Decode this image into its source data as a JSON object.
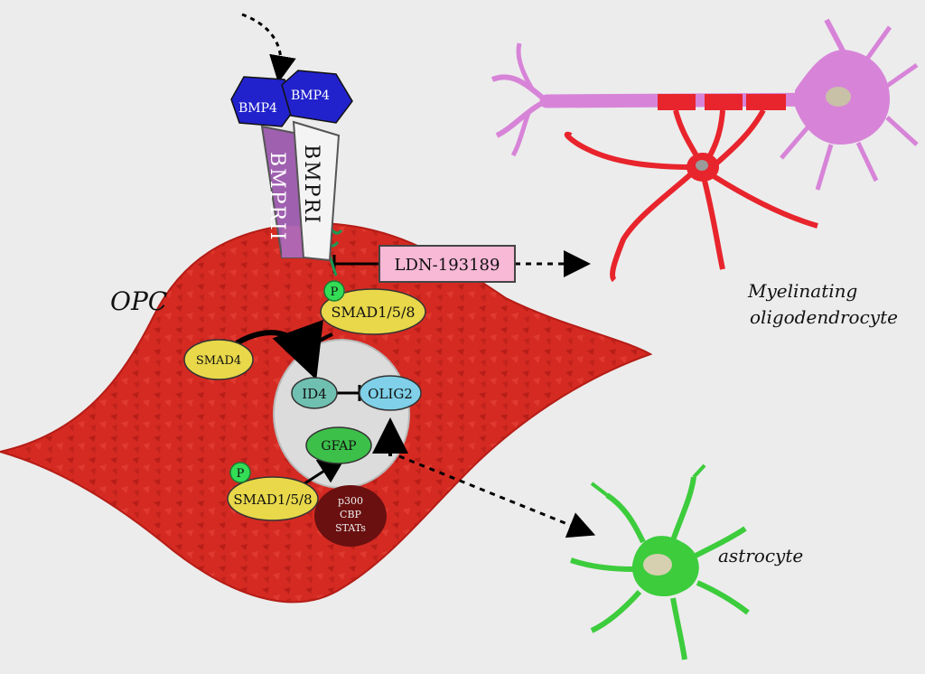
{
  "labels": {
    "cell": "OPC",
    "bmp4_left": "BMP4",
    "bmp4_right": "BMP4",
    "receptor_2": "BMPRII",
    "receptor_1": "BMPRI",
    "inhibitor": "LDN-193189",
    "phospho_top": "P",
    "smad_top": "SMAD1/5/8",
    "smad4": "SMAD4",
    "id4": "ID4",
    "olig2": "OLIG2",
    "gfap": "GFAP",
    "phospho_bottom": "P",
    "smad_bottom": "SMAD1/5/8",
    "cofactors": [
      "p300",
      "CBP",
      "STATs"
    ],
    "oligo_line1": "Myelinating",
    "oligo_line2": "oligodendrocyte",
    "astrocyte": "astrocyte"
  },
  "colors": {
    "background": "#ececec",
    "cell_body": "#d42a22",
    "nucleus": "#dcdcdc",
    "bmp4": "#2222cc",
    "bmpr2": "#a060b0",
    "bmpr1": "#f4f4f4",
    "smad": "#e8d84a",
    "id4": "#6fc0b0",
    "olig2": "#7fd0e8",
    "gfap": "#3cc04a",
    "phospho": "#33dd55",
    "cofactor": "#6a1010",
    "inhibitor_box": "#f7b9d6",
    "oligodendrocyte": "#e8242c",
    "neuron": "#d784d8",
    "astrocyte_cell": "#3ccc3c"
  }
}
